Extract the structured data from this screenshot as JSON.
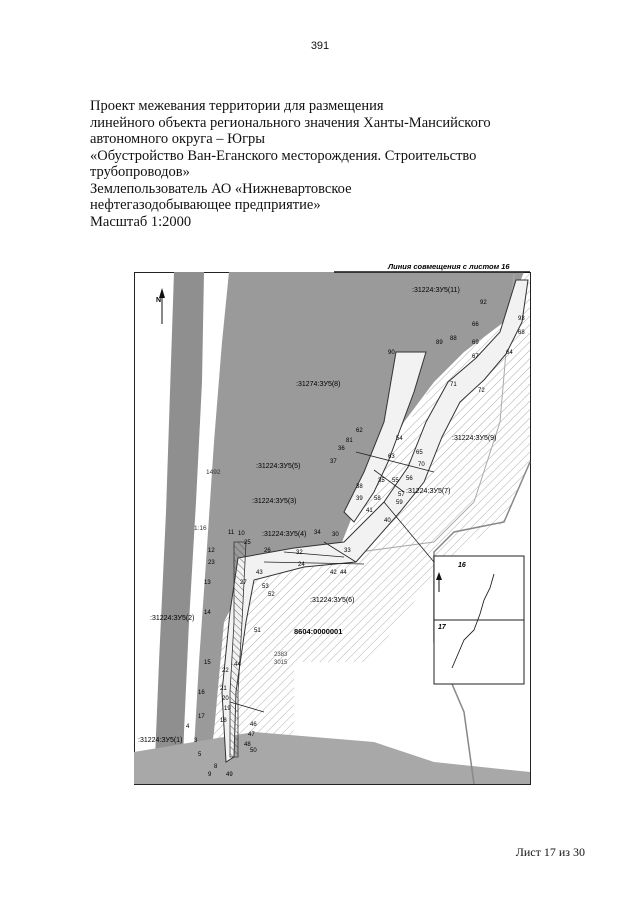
{
  "page_number": "391",
  "title_lines": [
    "Проект межевания территории для размещения",
    "линейного объекта регионального значения Ханты-Мансийского",
    "автономного округа – Югры",
    "«Обустройство Ван-Еганского месторождения. Строительство",
    "трубопроводов»",
    "Землепользователь АО «Нижневартовское",
    "нефтегазодобывающее предприятие»",
    "Масштаб 1:2000"
  ],
  "map": {
    "match_line_label": "Линия совмещения с листом 16",
    "north_label": "N",
    "cadastral_block": "8604:0000001",
    "parcels": [
      ":31224:ЗУ5(11)",
      ":31274:ЗУ5(8)",
      ":31224:ЗУ5(9)",
      ":31224:ЗУ5(5)",
      ":31224:ЗУ5(7)",
      ":31224:ЗУ5(3)",
      ":31224:ЗУ5(4)",
      ":31224:ЗУ5(6)",
      ":31224:ЗУ5(2)",
      ":31224:ЗУ5(1)"
    ],
    "points": [
      "92",
      "93",
      "66",
      "68",
      "88",
      "69",
      "89",
      "64",
      "67",
      "90",
      "71",
      "72",
      "62",
      "54",
      "81",
      "36",
      "37",
      "63",
      "35",
      "65",
      "70",
      "56",
      "55",
      "38",
      "57",
      "59",
      "39",
      "58",
      "41",
      "40",
      "11",
      "10",
      "34",
      "30",
      "12",
      "25",
      "26",
      "32",
      "33",
      "23",
      "24",
      "43",
      "42",
      "44",
      "13",
      "27",
      "53",
      "52",
      "14",
      "51",
      "15",
      "22",
      "44",
      "16",
      "21",
      "20",
      "17",
      "19",
      "18",
      "46",
      "4",
      "47",
      "48",
      "3",
      "50",
      "5",
      "8",
      "9",
      "49"
    ],
    "other_labels": [
      "1492",
      "1:16",
      "2383",
      "3015"
    ],
    "inset_labels": [
      "16",
      "17"
    ]
  },
  "sheet_label": "Лист 17 из 30"
}
